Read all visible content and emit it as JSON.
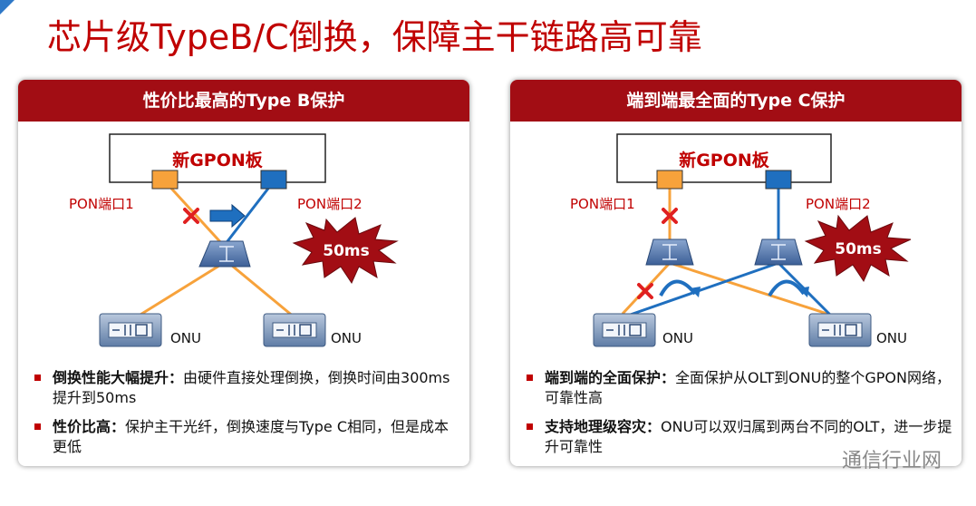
{
  "slide": {
    "title": "芯片级TypeB/C倒换，保障主干链路高可靠"
  },
  "left": {
    "header": "性价比最高的Type B保护",
    "board_label": "新GPON板",
    "port1": "PON端口1",
    "port2": "PON端口2",
    "switch_time": "50ms",
    "onu1": "ONU",
    "onu2": "ONU",
    "bullets": [
      {
        "bold": "倒换性能大幅提升：",
        "text": "由硬件直接处理倒换，倒换时间由300ms提升到50ms"
      },
      {
        "bold": "性价比高：",
        "text": "保护主干光纤，倒换速度与Type C相同，但是成本更低"
      }
    ]
  },
  "right": {
    "header": "端到端最全面的Type C保护",
    "board_label": "新GPON板",
    "port1": "PON端口1",
    "port2": "PON端口2",
    "switch_time": "50ms",
    "onu1": "ONU",
    "onu2": "ONU",
    "bullets": [
      {
        "bold": "端到端的全面保护：",
        "text": "全面保护从OLT到ONU的整个GPON网络，可靠性高"
      },
      {
        "bold": "支持地理级容灾：",
        "text": "ONU可以双归属到两台不同的OLT，进一步提升可靠性"
      }
    ]
  },
  "watermark": "通信行业网",
  "colors": {
    "accent_red": "#c00000",
    "header_red": "#a20d14",
    "orange": "#f7a23b",
    "blue": "#1f6fbf"
  }
}
